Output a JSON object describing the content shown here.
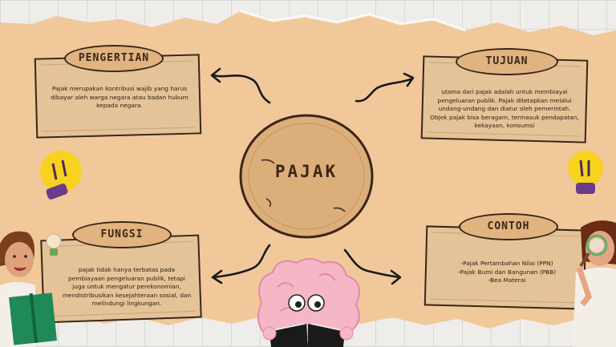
{
  "center": {
    "title": "PAJAK"
  },
  "cards": {
    "pengertian": {
      "title": "PENGERTIAN",
      "text": "Pajak merupakan kontribusi wajib yang harus dibayar oleh warga negara atau badan hukum kepada negara."
    },
    "tujuan": {
      "title": "TUJUAN",
      "text": "utama dari pajak adalah untuk membiayai pengeluaran publik. Pajak ditetapkan melalui undang-undang dan diatur oleh pemerintah. Objek pajak bisa beragam, termasuk pendapatan, kekayaan, konsumsi"
    },
    "fungsi": {
      "title": "FUNGSI",
      "text": "pajak tidak hanya terbatas pada pembiayaan pengeluaran publik, tetapi juga untuk mengatur perekonomian, mendistribusikan kesejahteraan sosial, dan melindungi lingkungan."
    },
    "contoh": {
      "title": "CONTOH",
      "items": [
        "-Pajak Pertambahan Nilai (PPN)",
        "-Pajak Bumi dan Bangunan (PBB)",
        "-Bea Materai"
      ]
    }
  },
  "colors": {
    "paper": "#f0c89a",
    "board": "#e4c398",
    "outline": "#3a2618",
    "bulb": "#f7d21e"
  },
  "icons": [
    "lightbulb-icon",
    "arrow-icon",
    "brain-character",
    "girl-reading",
    "girl-magnifier"
  ]
}
